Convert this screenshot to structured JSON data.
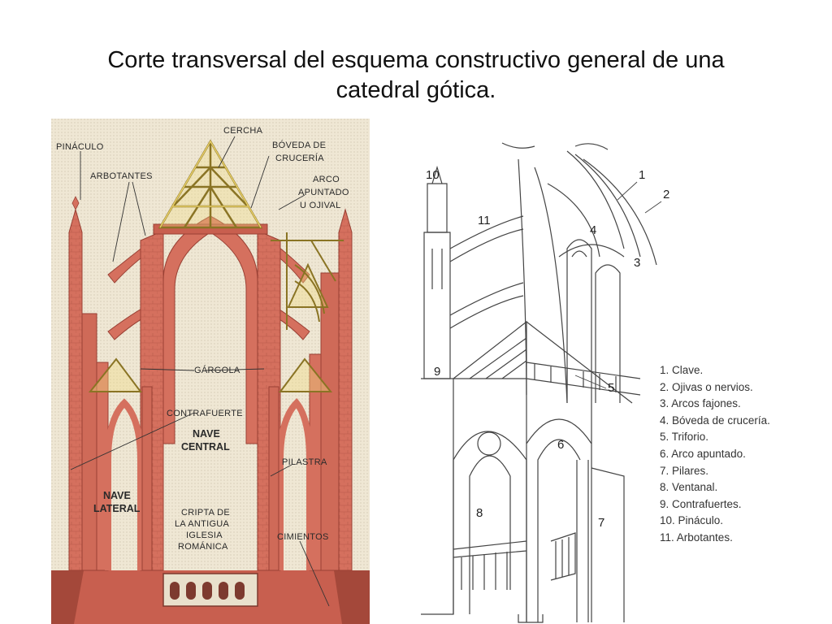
{
  "title": {
    "line1": "Corte transversal del esquema constructivo general de una",
    "line2": "catedral gótica."
  },
  "left_figure": {
    "labels": {
      "pinaculo": "PINÁCULO",
      "arbotantes": "ARBOTANTES",
      "cercha": "CERCHA",
      "boveda_1": "BÓVEDA DE",
      "boveda_2": "CRUCERÍA",
      "arco_1": "ARCO",
      "arco_2": "APUNTADO",
      "arco_3": "U OJIVAL",
      "gargola": "GÁRGOLA",
      "contrafuerte": "CONTRAFUERTE",
      "nave_central_1": "NAVE",
      "nave_central_2": "CENTRAL",
      "pilastra": "PILASTRA",
      "nave_lateral_1": "NAVE",
      "nave_lateral_2": "LATERAL",
      "cripta_1": "CRIPTA DE",
      "cripta_2": "LA ANTIGUA",
      "cripta_3": "IGLESIA",
      "cripta_4": "ROMÁNICA",
      "cimientos": "CIMIENTOS"
    },
    "colors": {
      "stone": "#d5705e",
      "stone_dark": "#a4483a",
      "timber": "#e8cf68",
      "background": "#efe7d4"
    }
  },
  "right_figure": {
    "numbers": [
      "1",
      "2",
      "3",
      "4",
      "5",
      "6",
      "7",
      "8",
      "9",
      "10",
      "11"
    ]
  },
  "legend": [
    "1. Clave.",
    "2. Ojivas o nervios.",
    "3. Arcos fajones.",
    "4. Bóveda de crucería.",
    "5. Triforio.",
    "6. Arco apuntado.",
    "7. Pilares.",
    "8. Ventanal.",
    "9. Contrafuertes.",
    "10. Pináculo.",
    "11. Arbotantes."
  ]
}
